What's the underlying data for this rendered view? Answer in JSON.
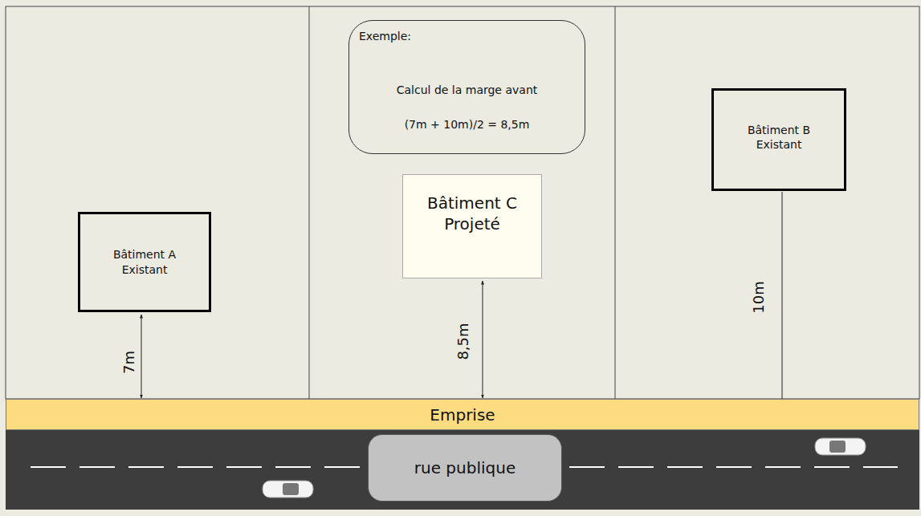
{
  "diagram": {
    "nodes": [
      {
        "text": [
          "Exemple:",
          "Calcul de la marge avant",
          "(7m + 10m)/2 = 8,5m"
        ]
      },
      {
        "text": [
          "Bâtiment B Existant"
        ]
      },
      {
        "text": [
          "Bâtiment A Existant"
        ]
      },
      {
        "text": [
          "Bâtiment C Projeté"
        ]
      },
      {
        "text": [
          "Emprise"
        ]
      },
      {
        "text": [
          "rue publique"
        ]
      }
    ],
    "labels": [
      "7m",
      "8,5m",
      "10m"
    ]
  }
}
